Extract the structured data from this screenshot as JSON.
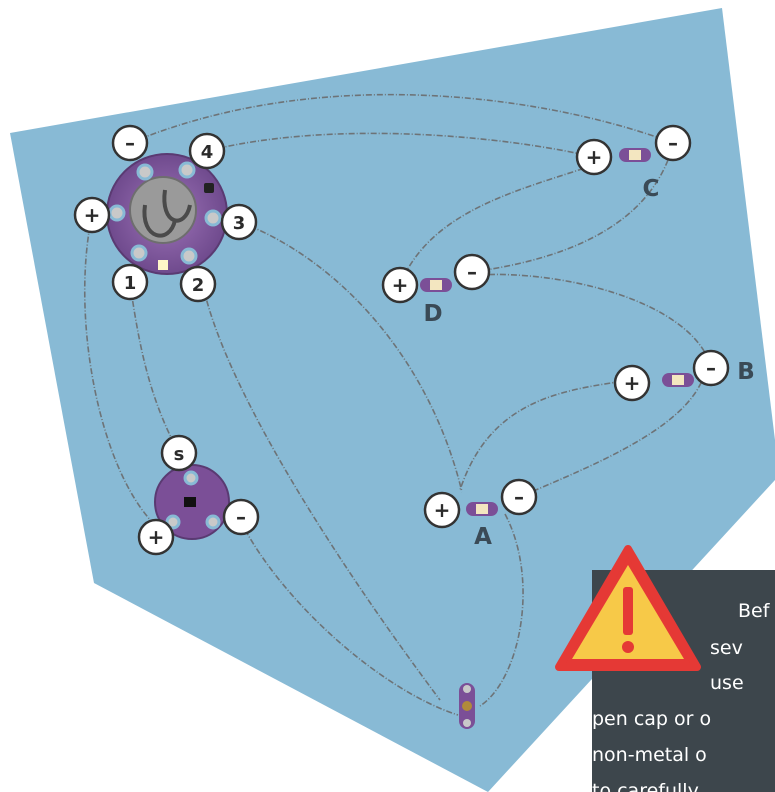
{
  "board_pins": {
    "minus": "–",
    "plus": "+",
    "p1": "1",
    "p2": "2",
    "p3": "3",
    "p4": "4"
  },
  "sensor_pins": {
    "s": "s",
    "plus": "+",
    "minus": "–"
  },
  "led_pins": {
    "plus": "+",
    "minus": "–"
  },
  "led_labels": {
    "a": "A",
    "b": "B",
    "c": "C",
    "d": "D"
  },
  "warning": {
    "line1": "Bef",
    "line2": "sev",
    "line3": "use",
    "line4": "pen cap or o",
    "line5": "non-metal o",
    "line6": "to carefully"
  },
  "colors": {
    "background_panel": "#88bad5",
    "thread": "#6d7377",
    "board_purple": "#7b4f97",
    "warning_triangle": "#f7c948",
    "warning_border": "#e53935",
    "warning_box": "#3d464c"
  }
}
